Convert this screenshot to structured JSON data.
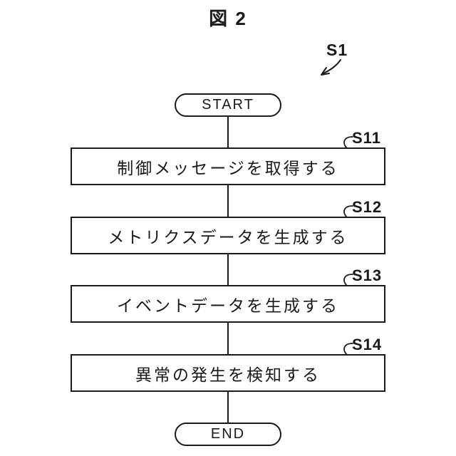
{
  "figure": {
    "title": "図 2",
    "diagram_reference": "S1"
  },
  "flowchart": {
    "start_label": "START",
    "end_label": "END",
    "steps": [
      {
        "id": "S11",
        "text": "制御メッセージを取得する"
      },
      {
        "id": "S12",
        "text": "メトリクスデータを生成する"
      },
      {
        "id": "S13",
        "text": "イベントデータを生成する"
      },
      {
        "id": "S14",
        "text": "異常の発生を検知する"
      }
    ]
  },
  "colors": {
    "line": "#1a1a1a",
    "background": "#ffffff",
    "text": "#1a1a1a"
  }
}
